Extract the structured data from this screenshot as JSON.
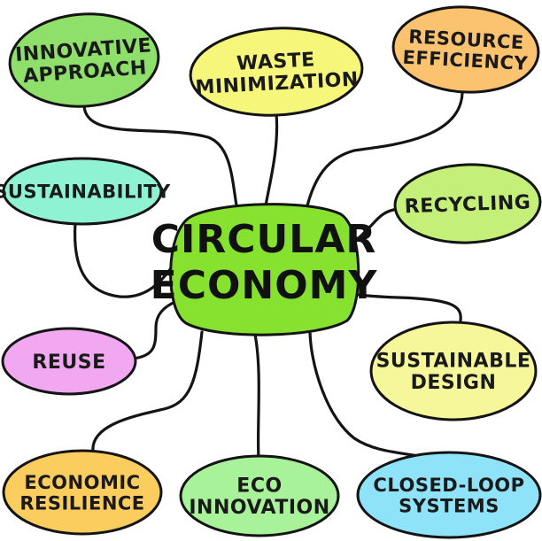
{
  "center": {
    "lines": [
      "CIRCULAR",
      "ECONOMY"
    ],
    "color": "#86e22e"
  },
  "nodes": [
    {
      "id": "innovative-approach",
      "lines": [
        "INNOVATIVE",
        "APPROACH"
      ],
      "color": "#8ee06a"
    },
    {
      "id": "waste-minimization",
      "lines": [
        "WASTE",
        "MINIMIZATION"
      ],
      "color": "#f6f77a"
    },
    {
      "id": "resource-efficiency",
      "lines": [
        "RESOURCE",
        "EFFICIENCY"
      ],
      "color": "#fbc36f"
    },
    {
      "id": "sustainability",
      "lines": [
        "SUSTAINABILITY"
      ],
      "color": "#8ff2d2"
    },
    {
      "id": "recycling",
      "lines": [
        "RECYCLING"
      ],
      "color": "#c4f07a"
    },
    {
      "id": "reuse",
      "lines": [
        "REUSE"
      ],
      "color": "#f1a8f0"
    },
    {
      "id": "sustainable-design",
      "lines": [
        "SUSTAINABLE",
        "DESIGN"
      ],
      "color": "#f6f79a"
    },
    {
      "id": "economic-resilience",
      "lines": [
        "ECONOMIC",
        "RESILIENCE"
      ],
      "color": "#fbcc5e"
    },
    {
      "id": "eco-innovation",
      "lines": [
        "ECO",
        "INNOVATION"
      ],
      "color": "#a8f29a"
    },
    {
      "id": "closed-loop-systems",
      "lines": [
        "CLOSED-LOOP",
        "SYSTEMS"
      ],
      "color": "#8fe3f8"
    }
  ]
}
